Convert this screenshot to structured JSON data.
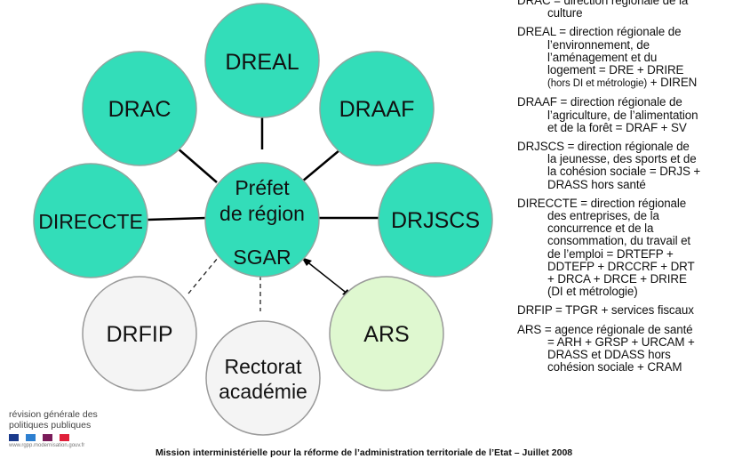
{
  "diagram": {
    "center": {
      "line1": "Préfet",
      "line2": "de région",
      "line3": "SGAR"
    },
    "nodes": {
      "dreal": "DREAL",
      "drac": "DRAC",
      "draaf": "DRAAF",
      "direccte": "DIRECCTE",
      "drjscs": "DRJSCS",
      "drfip": "DRFIP",
      "ars": "ARS",
      "rectorat_line1": "Rectorat",
      "rectorat_line2": "académie"
    }
  },
  "legend": {
    "drac": [
      "DRAC = direction régionale de la",
      "culture"
    ],
    "dreal": [
      "DREAL = direction régionale de",
      "l’environnement, de",
      "l’aménagement et du",
      "logement = DRE + DRIRE",
      "(hors DI et métrologie)",
      " + DIREN"
    ],
    "draaf": [
      "DRAAF = direction régionale de",
      "l’agriculture, de l’alimentation",
      "et de la forêt = DRAF + SV"
    ],
    "drjscs": [
      "DRJSCS = direction régionale de",
      "la jeunesse, des sports et de",
      "la cohésion sociale = DRJS +",
      "DRASS hors santé"
    ],
    "direccte": [
      "DIRECCTE = direction régionale",
      "des entreprises, de la",
      "concurrence et de la",
      "consommation, du travail et",
      "de l’emploi = DRTEFP +",
      "DDTEFP + DRCCRF + DRT",
      "+ DRCA + DRCE + DRIRE",
      "(DI et métrologie)"
    ],
    "drfip": [
      "DRFIP = TPGR + services fiscaux"
    ],
    "ars": [
      "ARS = agence régionale de santé",
      "= ARH + GRSP + URCAM +",
      "DRASS et DDASS hors",
      "cohésion sociale + CRAM"
    ]
  },
  "logo": {
    "line1": "révision générale des",
    "line2": "politiques publiques",
    "url": "www.rgpp.modernisation.gouv.fr"
  },
  "footer": "Mission interministérielle pour la réforme de l’administration territoriale de l’Etat –  Juillet 2008",
  "colors": {
    "teal": "#33DDB9",
    "light_green": "#DFF8D0",
    "light_grey": "#F4F4F4",
    "logo_squares": [
      "#1a3a8c",
      "#2d7fd0",
      "#7a1c5a",
      "#e0203a"
    ]
  }
}
